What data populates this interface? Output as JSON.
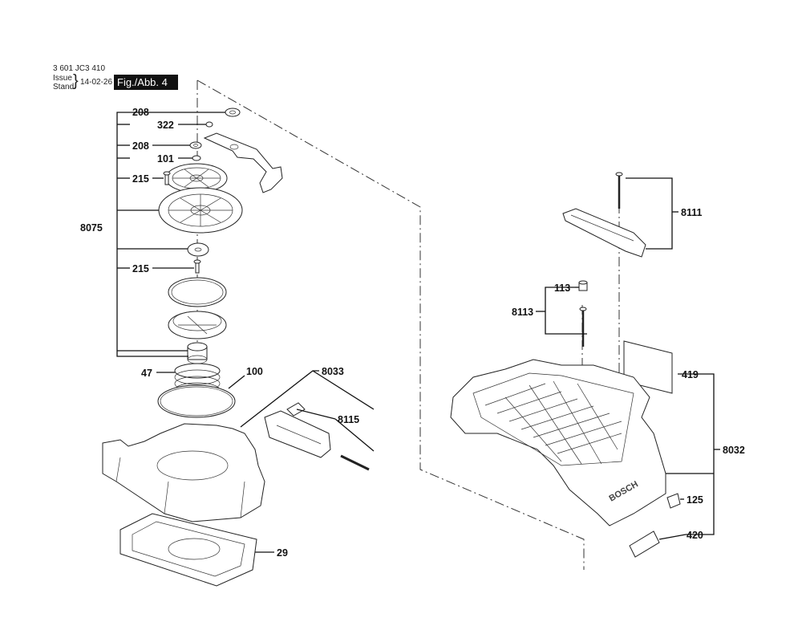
{
  "header": {
    "code": "3 601 JC3 410",
    "issue_label": "Issue",
    "stand_label": "Stand",
    "date": "14-02-26",
    "figure": "Fig./Abb. 4"
  },
  "labels": {
    "p208a": "208",
    "p322": "322",
    "p208b": "208",
    "p101": "101",
    "p215a": "215",
    "p8075": "8075",
    "p215b": "215",
    "p47": "47",
    "p100": "100",
    "p8033": "8033",
    "p8115": "8115",
    "p29": "29",
    "p8111": "8111",
    "p113": "113",
    "p8113": "8113",
    "p419": "419",
    "p8032": "8032",
    "p125": "125",
    "p420": "420"
  },
  "brand": "BOSCH"
}
